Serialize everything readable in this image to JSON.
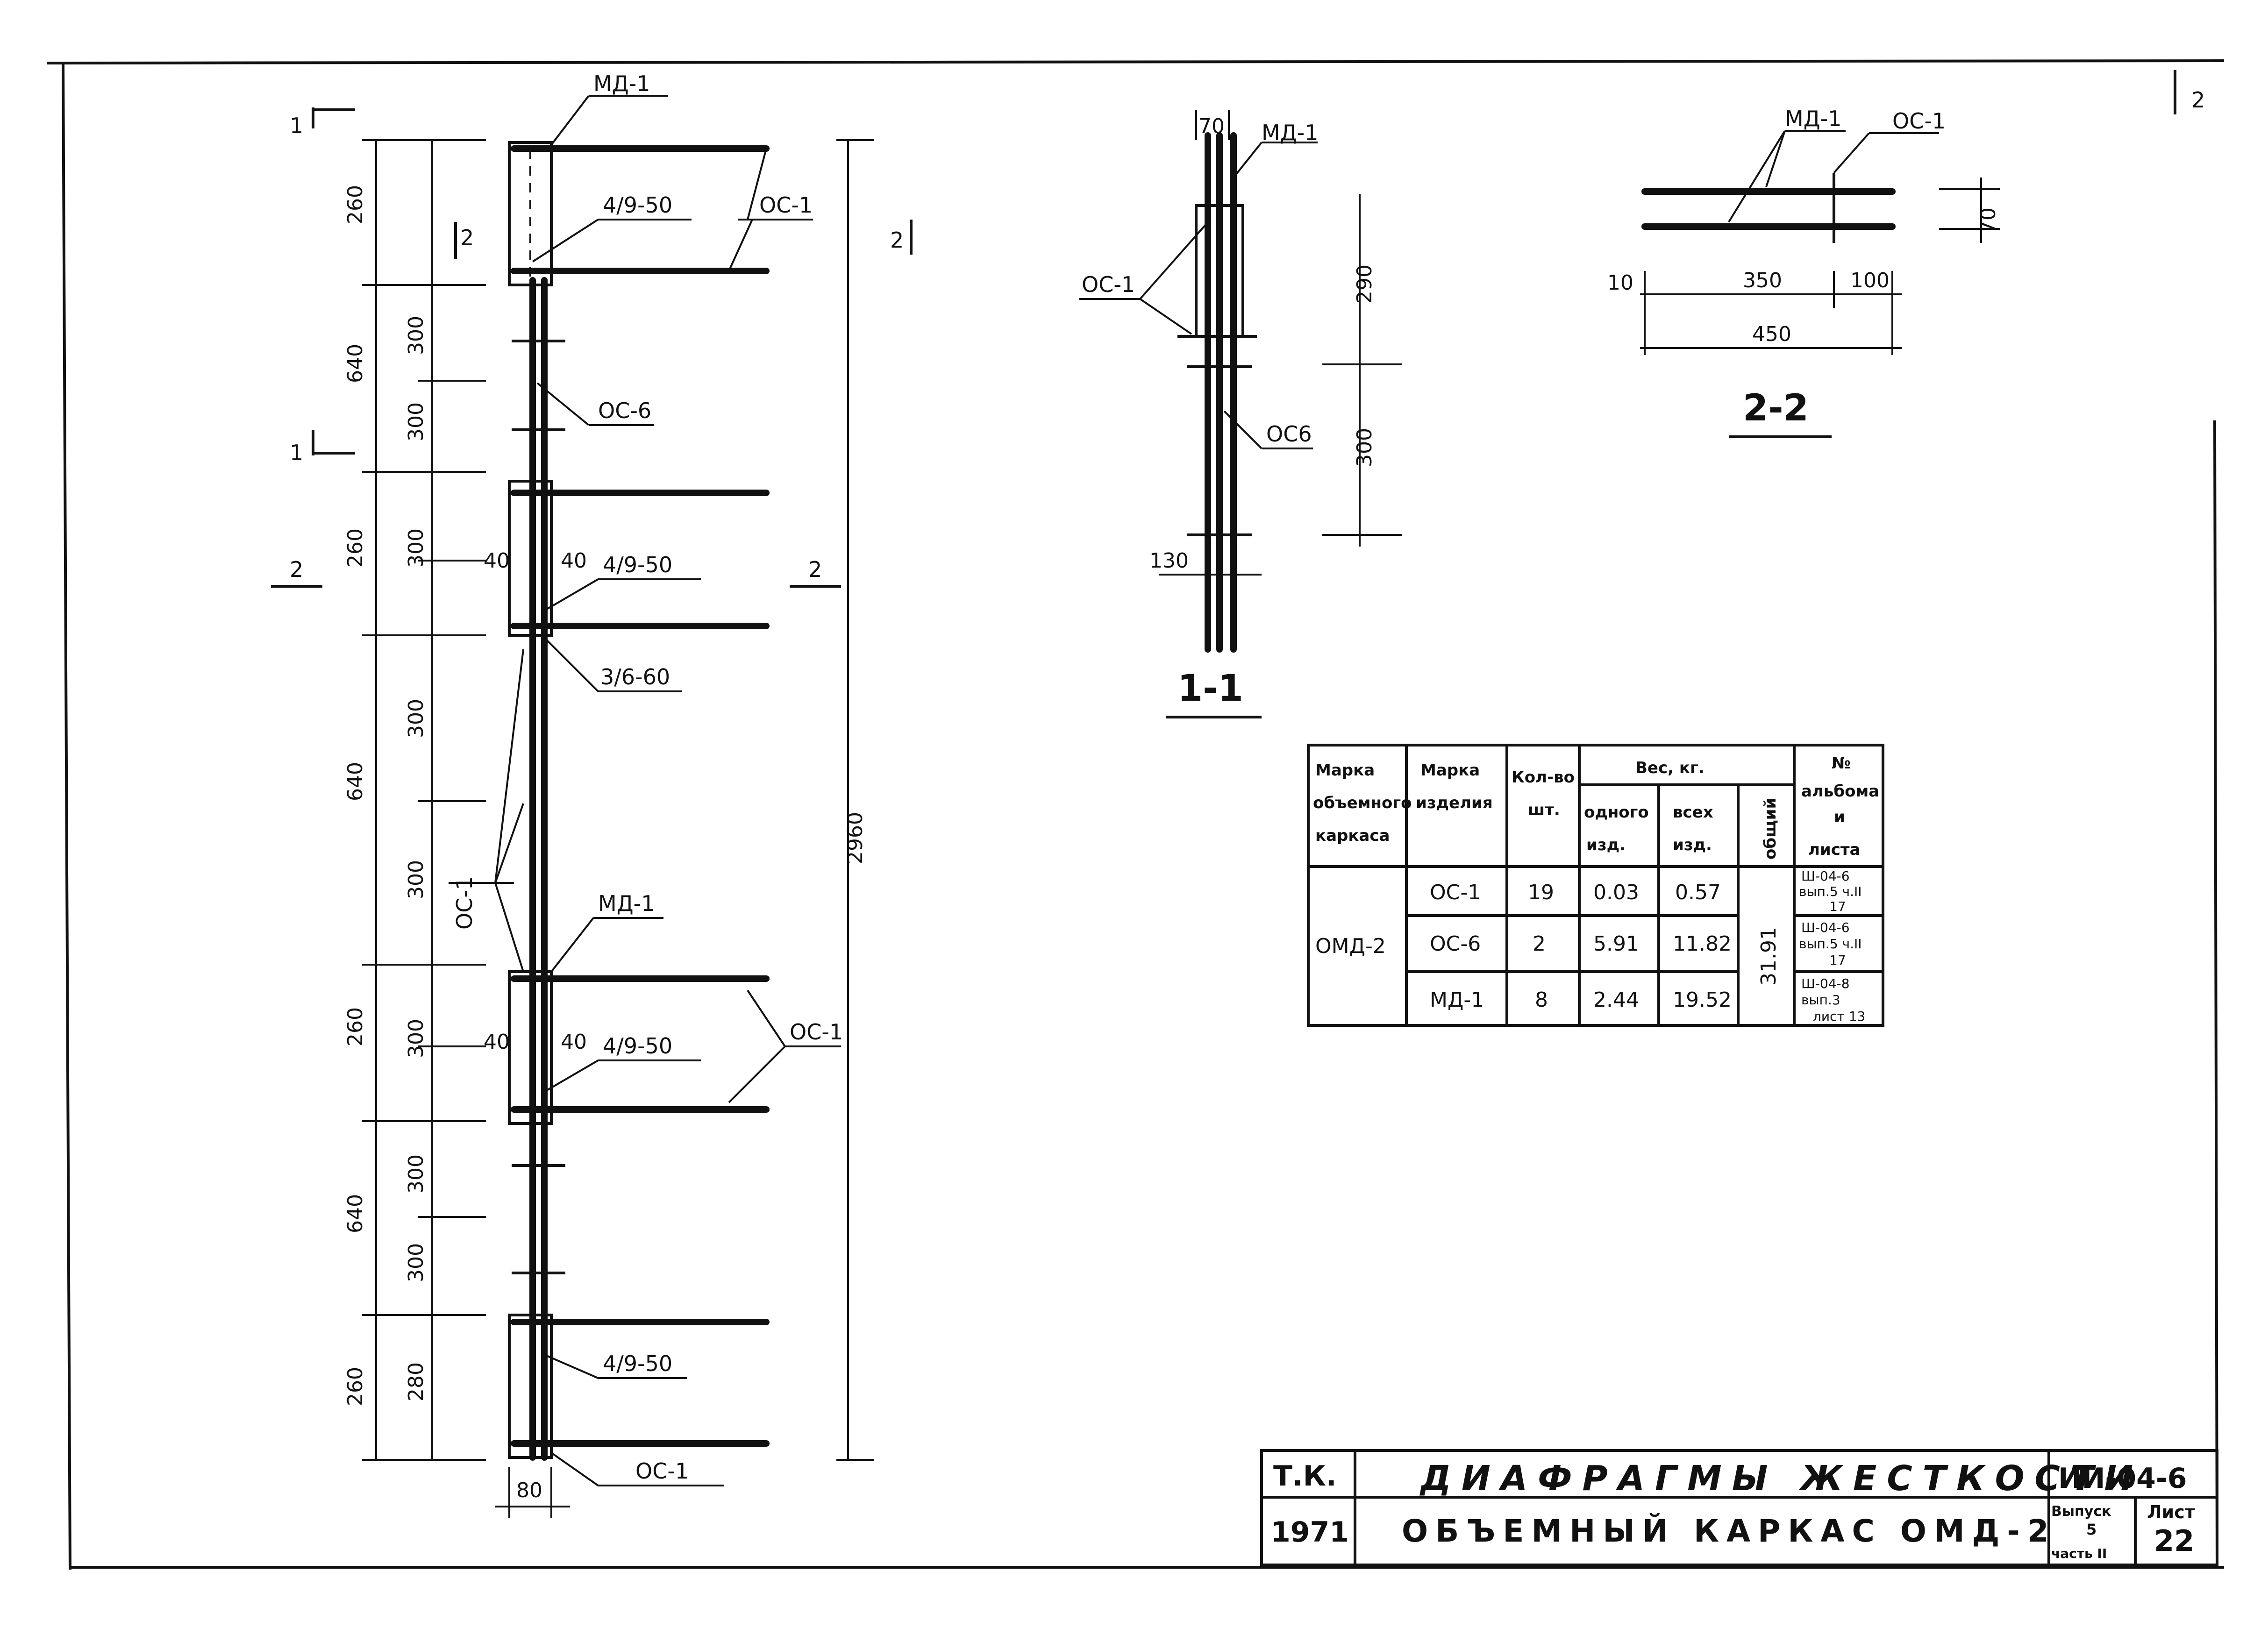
{
  "main_view": {
    "callouts": {
      "md1_top": "МД-1",
      "os1_top": "ОС-1",
      "frac_top": "4/9-50",
      "os6": "ОС-6",
      "frac_2": "4/9-50",
      "frac_3_60": "3/6-60",
      "os1_group": "ОС-1",
      "md1_mid": "МД-1",
      "frac_4": "4/9-50",
      "os1_right": "ОС-1",
      "frac_5": "4/9-50",
      "os1_bottom": "ОС-1"
    },
    "section_marks": {
      "s1_top": "1",
      "s1_mid": "1",
      "s2_top": "2",
      "s2_top_right": "2",
      "s2_left": "2",
      "s2_right": "2"
    },
    "dims_left": [
      "260",
      "640",
      "260",
      "640",
      "260",
      "640",
      "260"
    ],
    "dims_inner": [
      "300",
      "300",
      "300",
      "300",
      "300",
      "300",
      "300",
      "300",
      "280"
    ],
    "dim_total": "2960",
    "dim_40a": "40",
    "dim_40b": "40",
    "dim_40c": "40",
    "dim_40d": "40",
    "dim_80": "80"
  },
  "section_1_1": {
    "title": "1-1",
    "dim_70": "70",
    "md1": "МД-1",
    "os1": "ОС-1",
    "dim_290": "290",
    "dim_300": "300",
    "os6": "ОС6",
    "dim_130": "130"
  },
  "section_2_2": {
    "title": "2-2",
    "md1": "МД-1",
    "os1": "ОС-1",
    "dim_70": "70",
    "dim_10": "10",
    "dim_350": "350",
    "dim_100": "100",
    "dim_450": "450"
  },
  "spec_table": {
    "headers": {
      "frame_mark": [
        "Марка",
        "объемного",
        "каркаса"
      ],
      "item_mark": [
        "Марка",
        "изделия"
      ],
      "qty": [
        "Кол-во",
        "шт."
      ],
      "weight": "Вес, кг.",
      "one": [
        "одного",
        "изд."
      ],
      "all": [
        "всех",
        "изд."
      ],
      "total": "общий",
      "album": [
        "№",
        "альбома",
        "и",
        "листа"
      ]
    },
    "frame": "ОМД-2",
    "total_weight": "31.91",
    "rows": [
      {
        "item": "ОС-1",
        "qty": "19",
        "one": "0.03",
        "all": "0.57",
        "album": [
          "Ш-04-6",
          "вып.5 ч.II",
          "17"
        ]
      },
      {
        "item": "ОС-6",
        "qty": "2",
        "one": "5.91",
        "all": "11.82",
        "album": [
          "Ш-04-6",
          "вып.5 ч.II",
          "17"
        ]
      },
      {
        "item": "МД-1",
        "qty": "8",
        "one": "2.44",
        "all": "19.52",
        "album": [
          "Ш-04-8",
          "вып.3",
          "лист 13"
        ]
      }
    ]
  },
  "title_block": {
    "tk": "Т.К.",
    "year": "1971",
    "title_1": "ДИАФРАГМЫ ЖЕСТКОСТИ",
    "title_2": "ОБЪЕМНЫЙ КАРКАС ОМД-2",
    "code": "ИИ-04-6",
    "issue_label": "Выпуск",
    "issue": "5",
    "part": "часть II",
    "sheet_label": "Лист",
    "sheet": "22"
  },
  "corner_mark": "2"
}
